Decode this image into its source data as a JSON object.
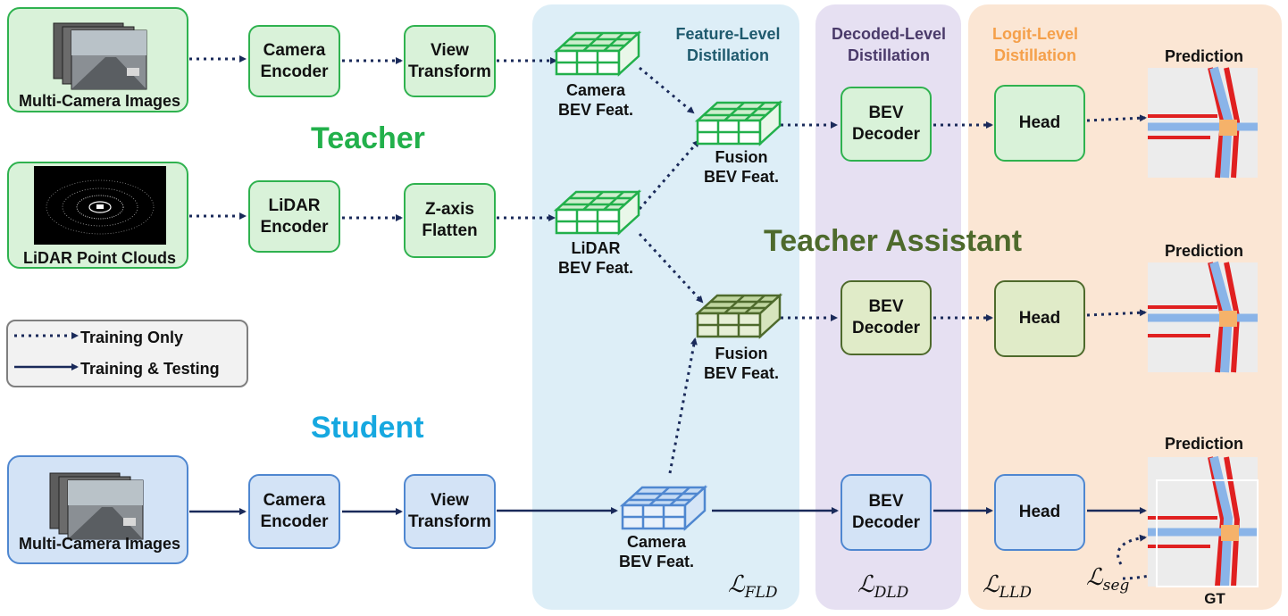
{
  "regions": {
    "feature_level": "Feature-Level\nDistillation",
    "decoded_level": "Decoded-Level\nDistillation",
    "logit_level": "Logit-Level\nDistillation"
  },
  "roles": {
    "teacher": "Teacher",
    "teacher_assistant": "Teacher Assistant",
    "student": "Student"
  },
  "inputs": {
    "teacher_camera": "Multi-Camera Images",
    "teacher_lidar": "LiDAR Point Clouds",
    "student_camera": "Multi-Camera Images"
  },
  "modules": {
    "teacher_camera_encoder": "Camera\nEncoder",
    "teacher_view_transform": "View\nTransform",
    "teacher_lidar_encoder": "LiDAR\nEncoder",
    "teacher_z_flatten": "Z-axis\nFlatten",
    "teacher_bev_decoder": "BEV\nDecoder",
    "teacher_head": "Head",
    "ta_bev_decoder": "BEV\nDecoder",
    "ta_head": "Head",
    "student_camera_encoder": "Camera\nEncoder",
    "student_view_transform": "View\nTransform",
    "student_bev_decoder": "BEV\nDecoder",
    "student_head": "Head"
  },
  "features": {
    "teacher_camera_bev": "Camera\nBEV Feat.",
    "teacher_lidar_bev": "LiDAR\nBEV Feat.",
    "teacher_fusion_bev": "Fusion\nBEV Feat.",
    "ta_fusion_bev": "Fusion\nBEV Feat.",
    "student_camera_bev": "Camera\nBEV Feat."
  },
  "outputs": {
    "teacher_prediction": "Prediction",
    "ta_prediction": "Prediction",
    "student_prediction": "Prediction",
    "gt": "GT"
  },
  "legend": {
    "training_only": "Training Only",
    "training_testing": "Training & Testing"
  },
  "losses": {
    "fld_sub": "FLD",
    "dld_sub": "DLD",
    "lld_sub": "LLD",
    "seg_sub": "seg",
    "symbol": "ℒ"
  },
  "colors": {
    "teacher": "#22b04b",
    "teacher_assistant": "#4e6a2c",
    "student": "#16a8e0",
    "feature_region": "#ddeef7",
    "decoded_region": "#e6e0f2",
    "logit_region": "#fbe6d4",
    "arrow": "#1a2a5a",
    "logit_title": "#f5a04a",
    "feature_title": "#1f5a6e",
    "decoded_title": "#4a3a6a"
  }
}
